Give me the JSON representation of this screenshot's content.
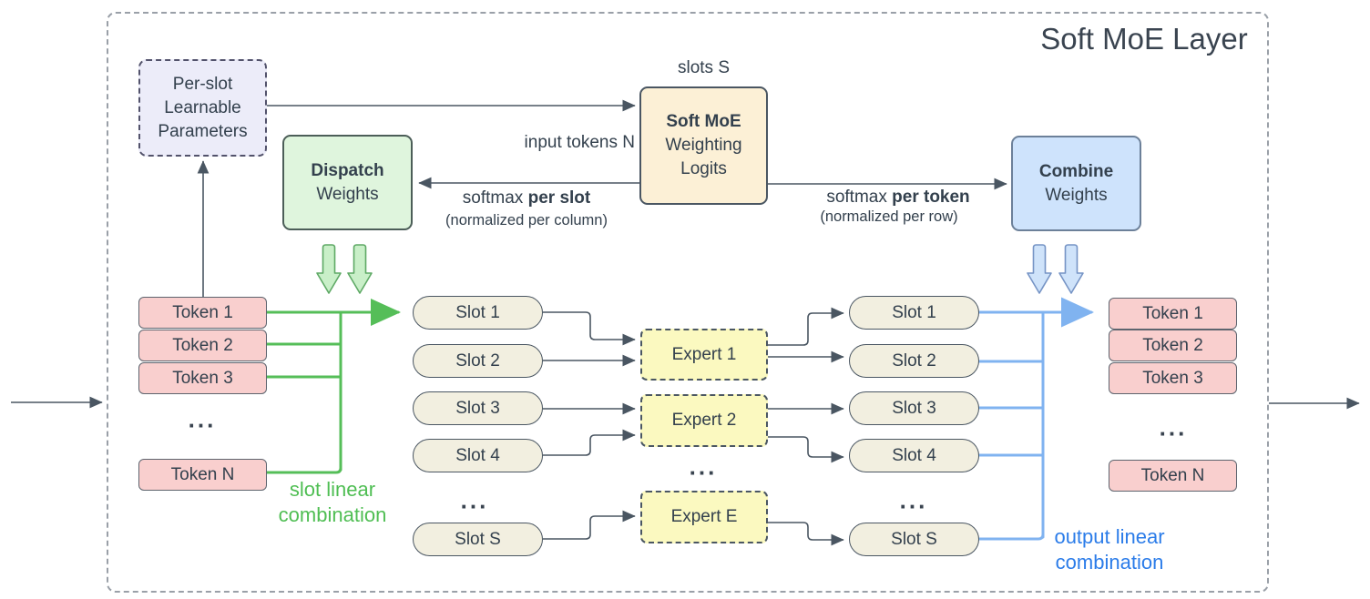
{
  "title": "Soft MoE Layer",
  "boxes": {
    "per_slot": {
      "line1": "Per-slot",
      "line2": "Learnable",
      "line3": "Parameters"
    },
    "dispatch": {
      "bold": "Dispatch",
      "normal": "Weights"
    },
    "soft_moe": {
      "bold": "Soft MoE",
      "line2": "Weighting",
      "line3": "Logits"
    },
    "combine": {
      "bold": "Combine",
      "normal": "Weights"
    }
  },
  "labels": {
    "slots_s": "slots S",
    "input_tokens_n": "input tokens N",
    "softmax_slot": {
      "pre": "softmax ",
      "bold": "per slot"
    },
    "softmax_slot_sub": "(normalized per column)",
    "softmax_token": {
      "pre": "softmax ",
      "bold": "per token"
    },
    "softmax_token_sub": "(normalized per row)",
    "slot_linear_1": "slot linear",
    "slot_linear_2": "combination",
    "output_linear_1": "output linear",
    "output_linear_2": "combination",
    "ellipsis": "..."
  },
  "columns": {
    "input_tokens": [
      "Token 1",
      "Token 2",
      "Token 3",
      "Token N"
    ],
    "slots_in": [
      "Slot 1",
      "Slot 2",
      "Slot 3",
      "Slot 4",
      "Slot S"
    ],
    "experts": [
      "Expert 1",
      "Expert 2",
      "Expert E"
    ],
    "slots_out": [
      "Slot 1",
      "Slot 2",
      "Slot 3",
      "Slot 4",
      "Slot S"
    ],
    "output_tokens": [
      "Token 1",
      "Token 2",
      "Token 3",
      "Token N"
    ]
  },
  "colors": {
    "text_dark": "#33404D",
    "border_dark": "#4A5662",
    "outer_dash": "#9AA0A8",
    "token_fill": "#F9CFCE",
    "slot_fill": "#F2EFE0",
    "expert_fill": "#FBF9C0",
    "per_slot_fill": "#ECECF9",
    "dispatch_fill": "#DFF5DD",
    "soft_moe_fill": "#FCF0D6",
    "combine_fill": "#CEE3FC",
    "green_line": "#55BE58",
    "green_text": "#4FBE53",
    "blue_line": "#80B3F0",
    "blue_text": "#2B7CE9"
  }
}
